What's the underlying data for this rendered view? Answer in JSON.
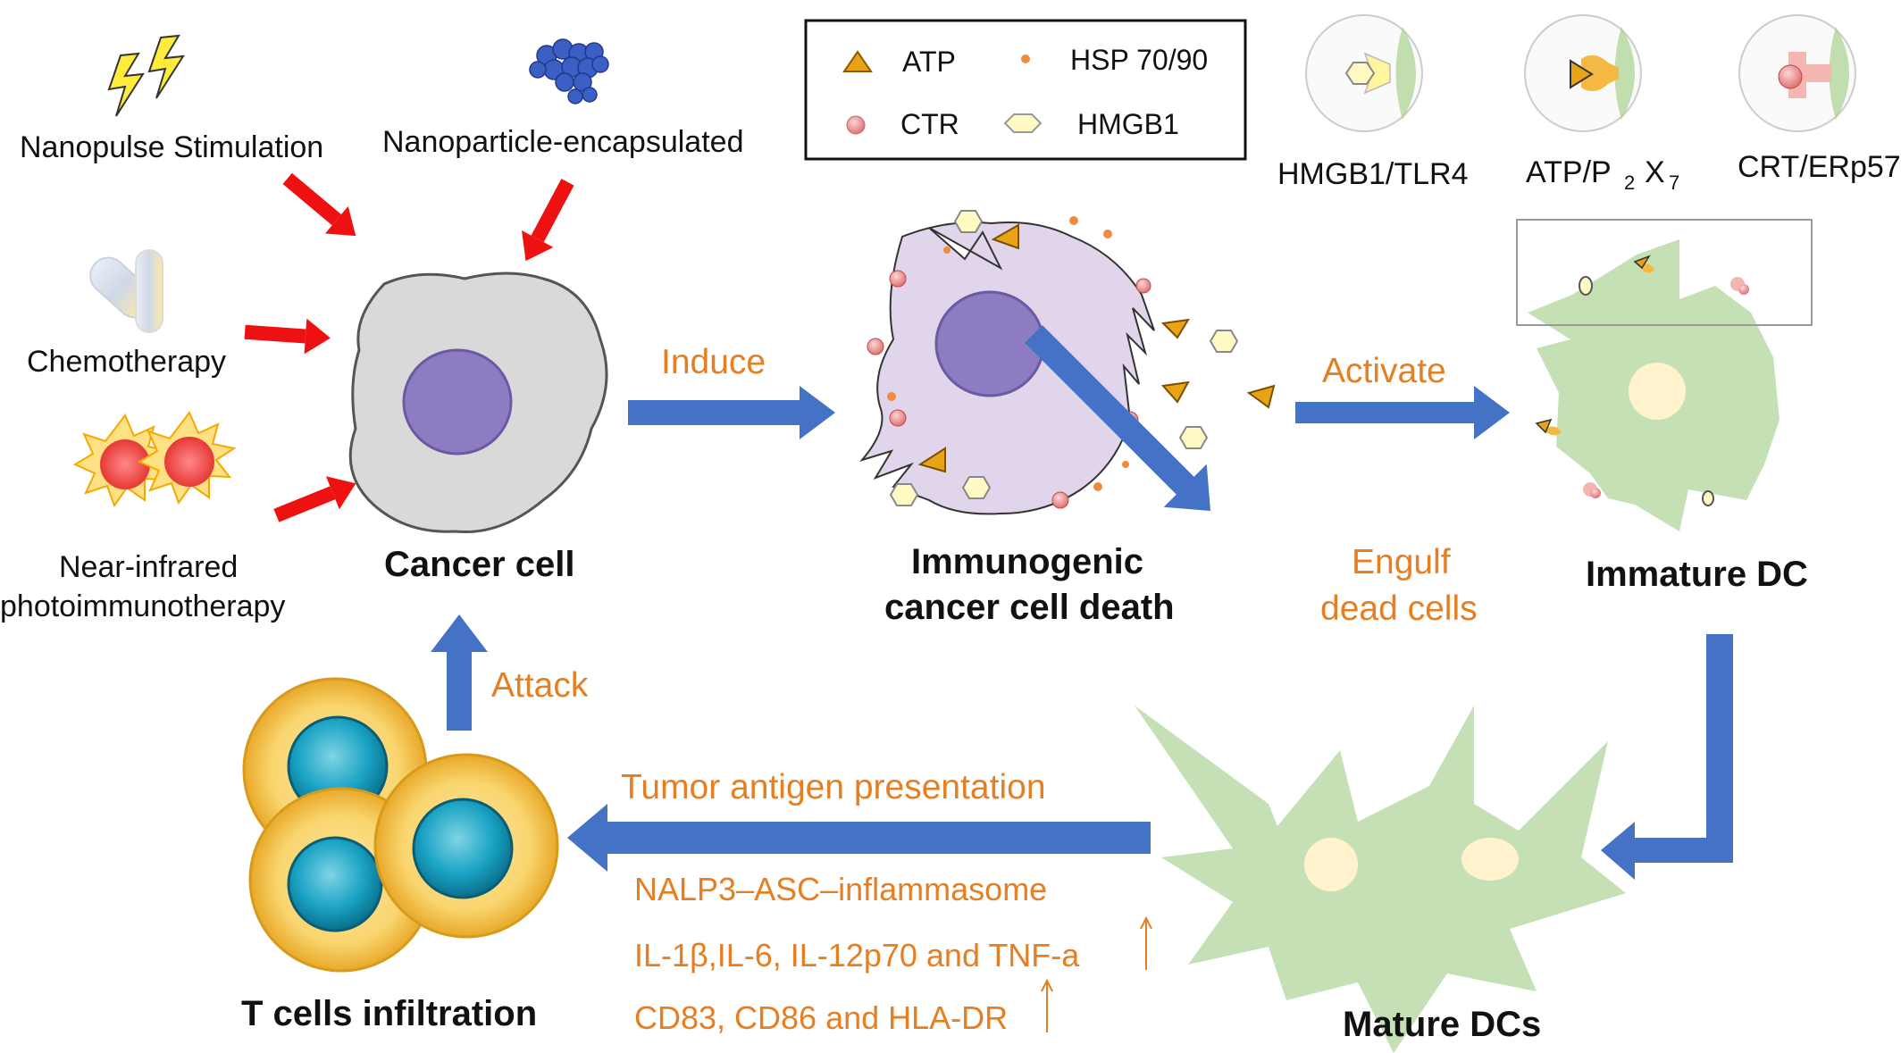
{
  "legend": {
    "atp": "ATP",
    "hsp": "HSP 70/90",
    "ctr": "CTR",
    "hmgb1": "HMGB1"
  },
  "receptors": {
    "hmgb1_tlr4": "HMGB1/TLR4",
    "atp_p2x7_main": "ATP/P",
    "atp_p2x7_sub2": "2",
    "atp_p2x7_x": "X",
    "atp_p2x7_sub7": "7",
    "crt_erp57": "CRT/ERp57"
  },
  "stimuli": {
    "nanopulse": "Nanopulse Stimulation",
    "nanoparticle": "Nanoparticle-encapsulated",
    "chemotherapy": "Chemotherapy",
    "nir_line1": "Near-infrared",
    "nir_line2": "photoimmunotherapy"
  },
  "cells": {
    "cancer_cell": "Cancer cell",
    "icd_line1": "Immunogenic",
    "icd_line2": "cancer cell death",
    "immature_dc": "Immature DC",
    "mature_dcs": "Mature DCs",
    "t_cells": "T cells infiltration"
  },
  "arrows": {
    "induce": "Induce",
    "activate": "Activate",
    "engulf_line1": "Engulf",
    "engulf_line2": "dead cells",
    "attack": "Attack",
    "presentation": "Tumor antigen presentation"
  },
  "markers": {
    "nalp3": "NALP3–ASC–inflammasome",
    "cytokines": "IL-1β,IL-6, IL-12p70 and TNF-a",
    "cd": "CD83, CD86 and HLA-DR"
  },
  "colors": {
    "blue_arrow": "#4472c4",
    "red_arrow": "#ee1111",
    "orange_text": "#e67e22",
    "dc_green": "#c5e0b4",
    "nucleus_purple": "#8e7cc3"
  }
}
